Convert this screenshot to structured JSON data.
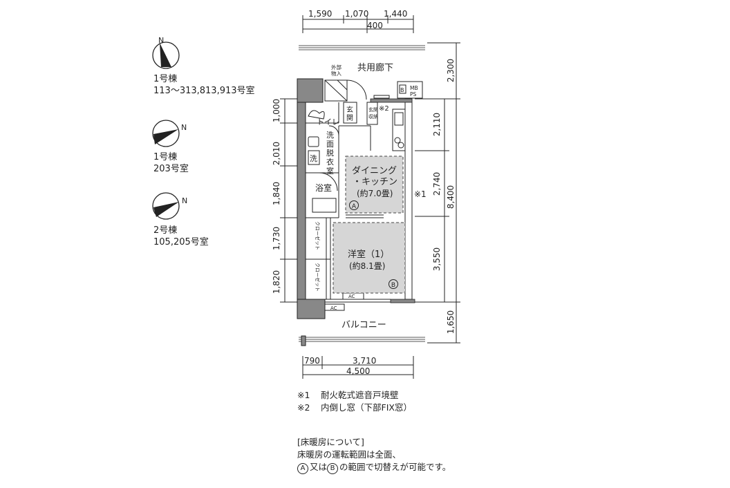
{
  "compass": [
    {
      "north": "N",
      "building": "1号棟",
      "rooms": "113〜313,813,913号室"
    },
    {
      "north": "N",
      "building": "1号棟",
      "rooms": "203号室"
    },
    {
      "north": "N",
      "building": "2号棟",
      "rooms": "105,205号室"
    }
  ],
  "dimensions": {
    "top": [
      "1,590",
      "1,070",
      "1,440",
      "400"
    ],
    "bottom": [
      "790",
      "3,710",
      "4,500"
    ],
    "left": [
      "1,000",
      "2,010",
      "1,840",
      "1,730",
      "1,820"
    ],
    "right_inner": [
      "2,110",
      "2,740",
      "3,550"
    ],
    "right_outer": [
      "2,300",
      "8,400",
      "1,650"
    ]
  },
  "rooms": {
    "corridor": "共用廊下",
    "external_storage": [
      "外部",
      "物入"
    ],
    "mbps": [
      "MB",
      "PS"
    ],
    "mb_b": "B",
    "genkan": [
      "玄",
      "関"
    ],
    "genkan_storage": [
      "玄関",
      "収納"
    ],
    "note2_mark": "※2",
    "toilet": "トイレ",
    "washroom": [
      "洗",
      "面",
      "脱",
      "衣",
      "室"
    ],
    "washer": "洗",
    "bath": "浴室",
    "dining": [
      "ダイニング",
      "・キッチン",
      "(約7.0畳)"
    ],
    "zone_a": "A",
    "note1_mark": "※1",
    "closet1": "クローゼット",
    "closet2": "クローゼット",
    "western": [
      "洋室（1）",
      "(約8.1畳)"
    ],
    "zone_b": "B",
    "ac1": "AC",
    "ac2": "AC",
    "balcony": "バルコニー"
  },
  "notes": {
    "n1_mark": "※1",
    "n1_text": "耐火乾式遮音戸境壁",
    "n2_mark": "※2",
    "n2_text": "内倒し窓（下部FIX窓）",
    "floor_title": "[床暖房について]",
    "floor_line1": "床暖房の運転範囲は全面、",
    "floor_line2_a": "A",
    "floor_line2_b": "又は",
    "floor_line2_c": "B",
    "floor_line2_d": "の範囲で切替えが可能です。"
  }
}
